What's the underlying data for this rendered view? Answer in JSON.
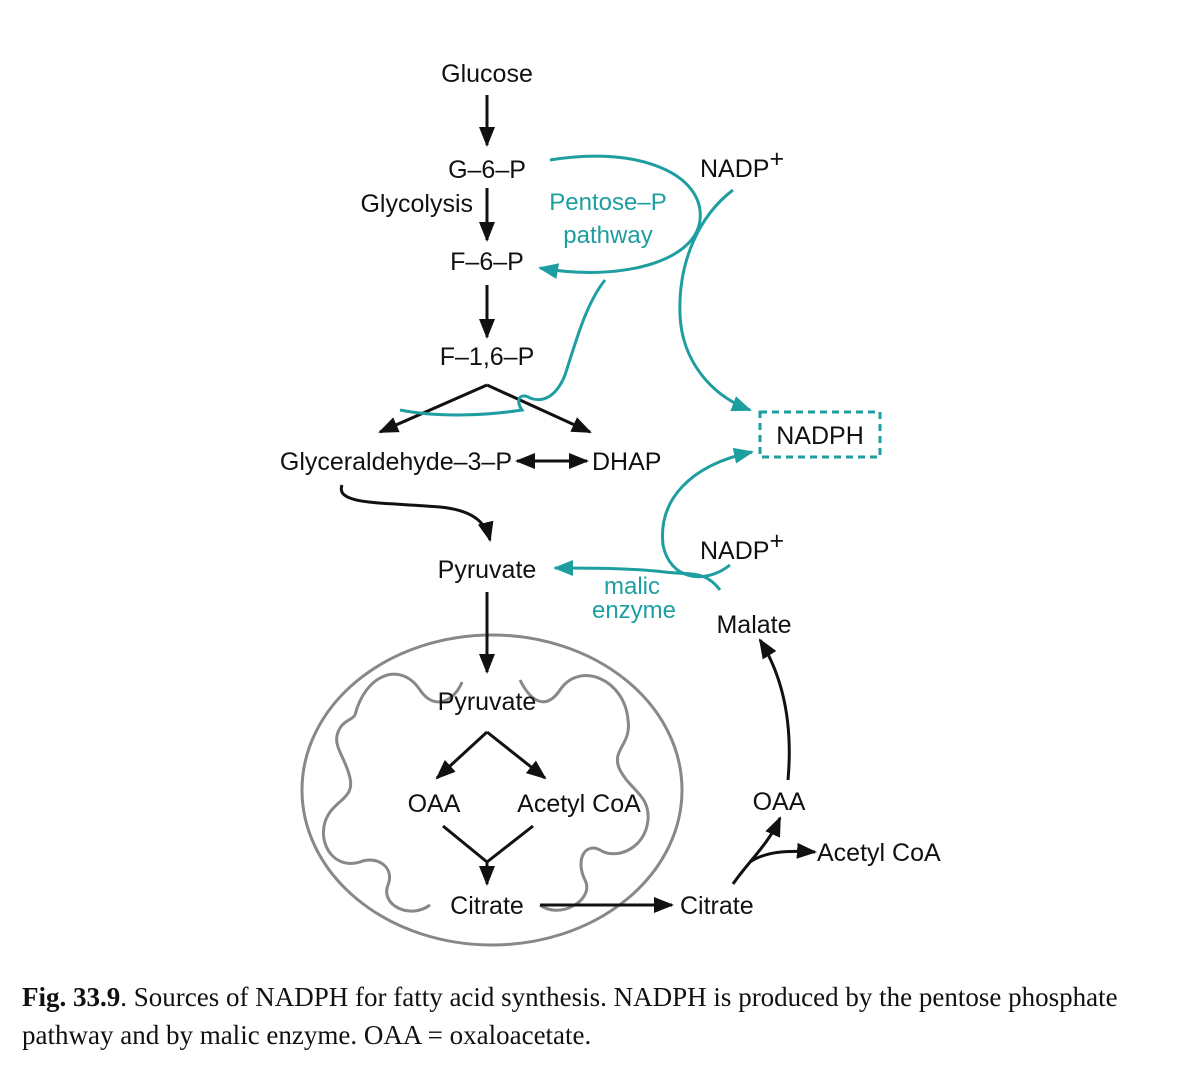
{
  "colors": {
    "accent": "#1f9ea1",
    "ink": "#111111",
    "membrane": "#888888"
  },
  "nodes": {
    "glucose": "Glucose",
    "g6p": "G–6–P",
    "glycolysis": "Glycolysis",
    "f6p": "F–6–P",
    "f16p": "F–1,6–P",
    "gap": "Glyceraldehyde–3–P",
    "dhap": "DHAP",
    "pyruvate_cyto": "Pyruvate",
    "pyruvate_mito": "Pyruvate",
    "oaa_mito": "OAA",
    "acetylcoa_mito": "Acetyl CoA",
    "citrate_mito": "Citrate",
    "citrate_cyto": "Citrate",
    "oaa_cyto": "OAA",
    "acetylcoa_cyto": "Acetyl CoA",
    "malate": "Malate",
    "nadph": "NADPH",
    "nadp_top": "NADP",
    "nadp_top_sup": "+",
    "nadp_mid": "NADP",
    "nadp_mid_sup": "+"
  },
  "pathways": {
    "pentose_line1": "Pentose–P",
    "pentose_line2": "pathway",
    "malic_line1": "malic",
    "malic_line2": "enzyme"
  },
  "caption": {
    "label": "Fig. 33.9",
    "text": ". Sources of NADPH for fatty acid synthesis. NADPH is produced by the pentose phosphate pathway and by malic enzyme. OAA = oxaloacetate."
  }
}
